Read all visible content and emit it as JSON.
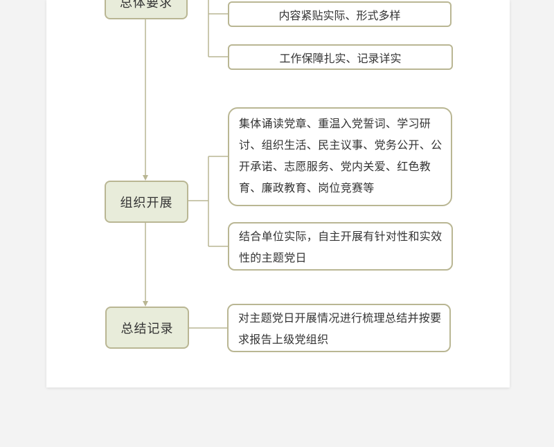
{
  "diagram": {
    "stages": [
      {
        "label": "总体要求"
      },
      {
        "label": "组织开展"
      },
      {
        "label": "总结记录"
      }
    ],
    "details": [
      {
        "text": "内容紧贴实际、形式多样"
      },
      {
        "text": "工作保障扎实、记录详实"
      },
      {
        "text": "集体诵读党章、重温入党誓词、学习研讨、组织生活、民主议事、党务公开、公开承诺、志愿服务、党内关爱、红色教育、廉政教育、岗位竞赛等"
      },
      {
        "text": "结合单位实际，自主开展有针对性和实效性的主题党日"
      },
      {
        "text": "对主题党日开展情况进行梳理总结并按要求报告上级党组织"
      }
    ]
  },
  "colors": {
    "page_background": "#ffffff",
    "outer_background": "#f3f3f3",
    "node_fill": "#e8ecda",
    "border": "#b9b693",
    "text": "#333333"
  }
}
